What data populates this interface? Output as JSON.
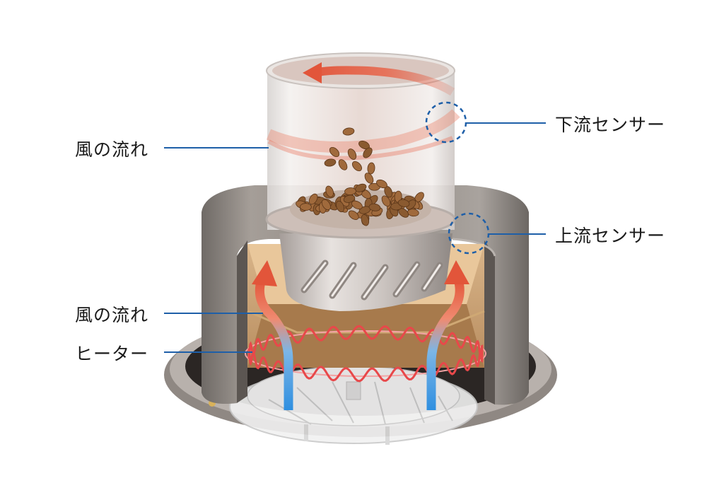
{
  "labels": {
    "airflow_top": "風の流れ",
    "airflow_bottom": "風の流れ",
    "heater": "ヒーター",
    "downstream_sensor": "下流センサー",
    "upstream_sensor": "上流センサー"
  },
  "colors": {
    "leader_line": "#1e5fa8",
    "hot_air": "#e2553a",
    "cool_air": "#2f8fe0",
    "heater_coil": "#e8484a",
    "housing": "#8c857f",
    "chamber": "#c8a37a",
    "beans": "#8a5a30"
  }
}
